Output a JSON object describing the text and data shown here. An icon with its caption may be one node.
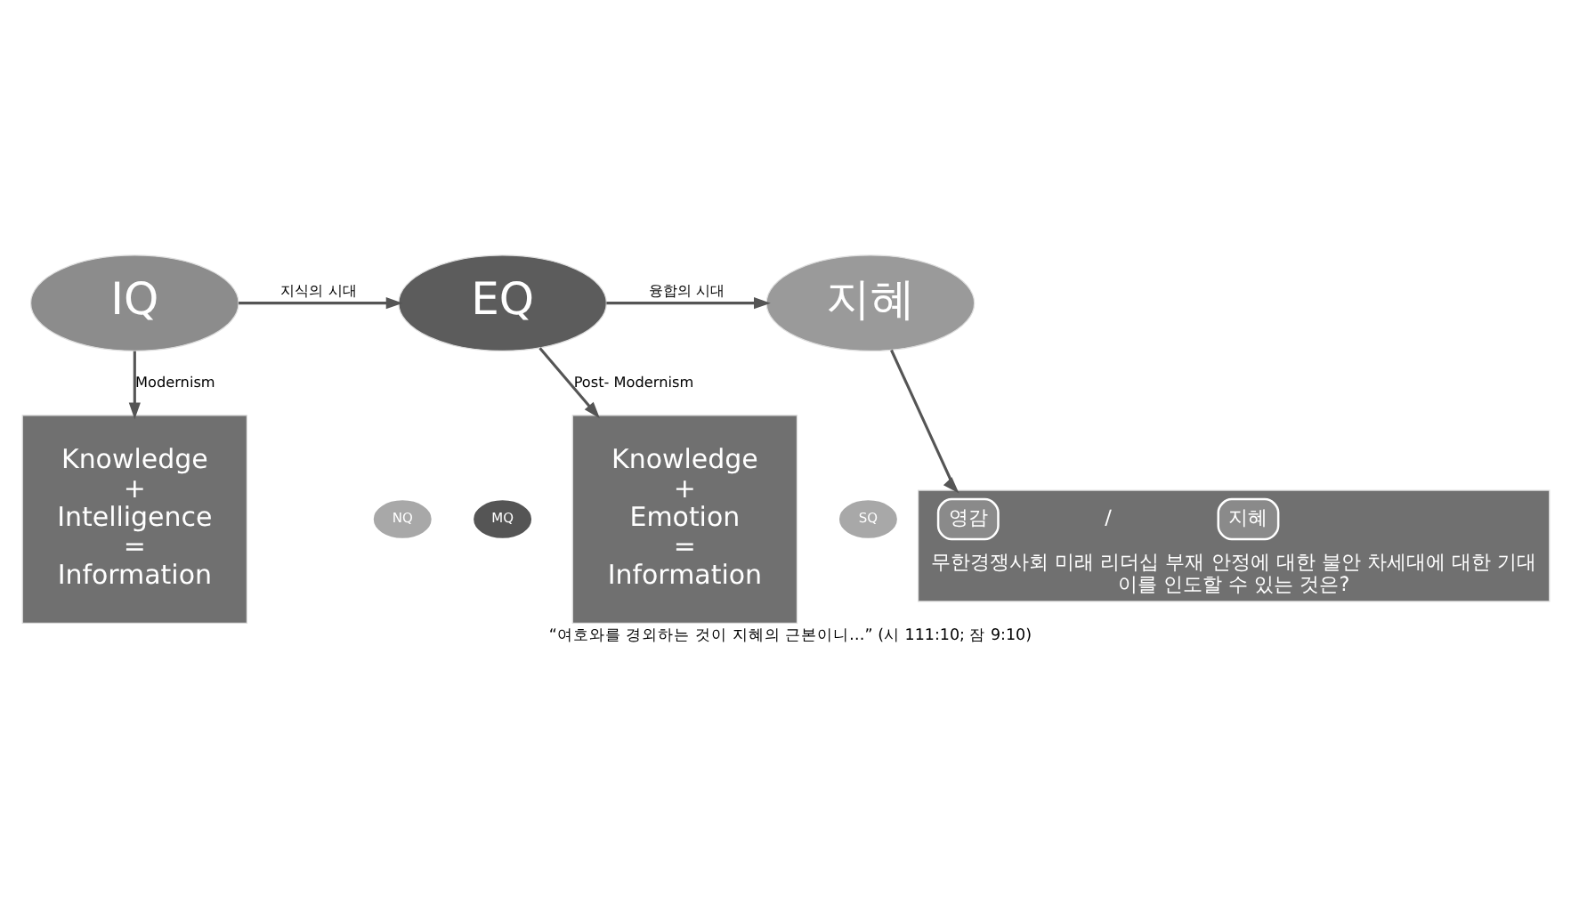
{
  "diagram": {
    "caption": "“여호와를 경외하는 것이 지혜의 근본이니…” (시 111:10; 잠 9:10)",
    "nodes": [
      {
        "text": [
          "IQ"
        ]
      },
      {
        "text": [
          "EQ"
        ]
      },
      {
        "text": [
          "지혜"
        ]
      },
      {
        "text": [
          "NQ"
        ]
      },
      {
        "text": [
          "MQ"
        ]
      },
      {
        "text": [
          "SQ"
        ]
      },
      {
        "text": [
          "Knowledge + Intelligence = Information"
        ]
      },
      {
        "text": [
          "Knowledge + Emotion = Information"
        ]
      },
      {
        "text": [
          "무한경쟁사회 미래 리더십 부재 안정에 대한 불안 차세대에 대한 기대",
          "이를 인도할 수 있는 것은?"
        ]
      },
      {
        "text": [
          "영감"
        ],
        "in": 8
      },
      {
        "text": [
          "지혜"
        ],
        "in": 8
      }
    ],
    "edges": [
      {
        "from": 0,
        "to": 1,
        "arrow": "to",
        "label": "지식의 시대"
      },
      {
        "from": 1,
        "to": 2,
        "arrow": "to",
        "label": "융합의 시대"
      },
      {
        "from": 0,
        "to": 6,
        "arrow": "to",
        "label": "Modernism"
      },
      {
        "from": 1,
        "to": 7,
        "arrow": "to",
        "label": "Post- Modernism"
      },
      {
        "from": 2,
        "to": 8,
        "arrow": "to"
      }
    ],
    "labels": [
      "/"
    ]
  }
}
